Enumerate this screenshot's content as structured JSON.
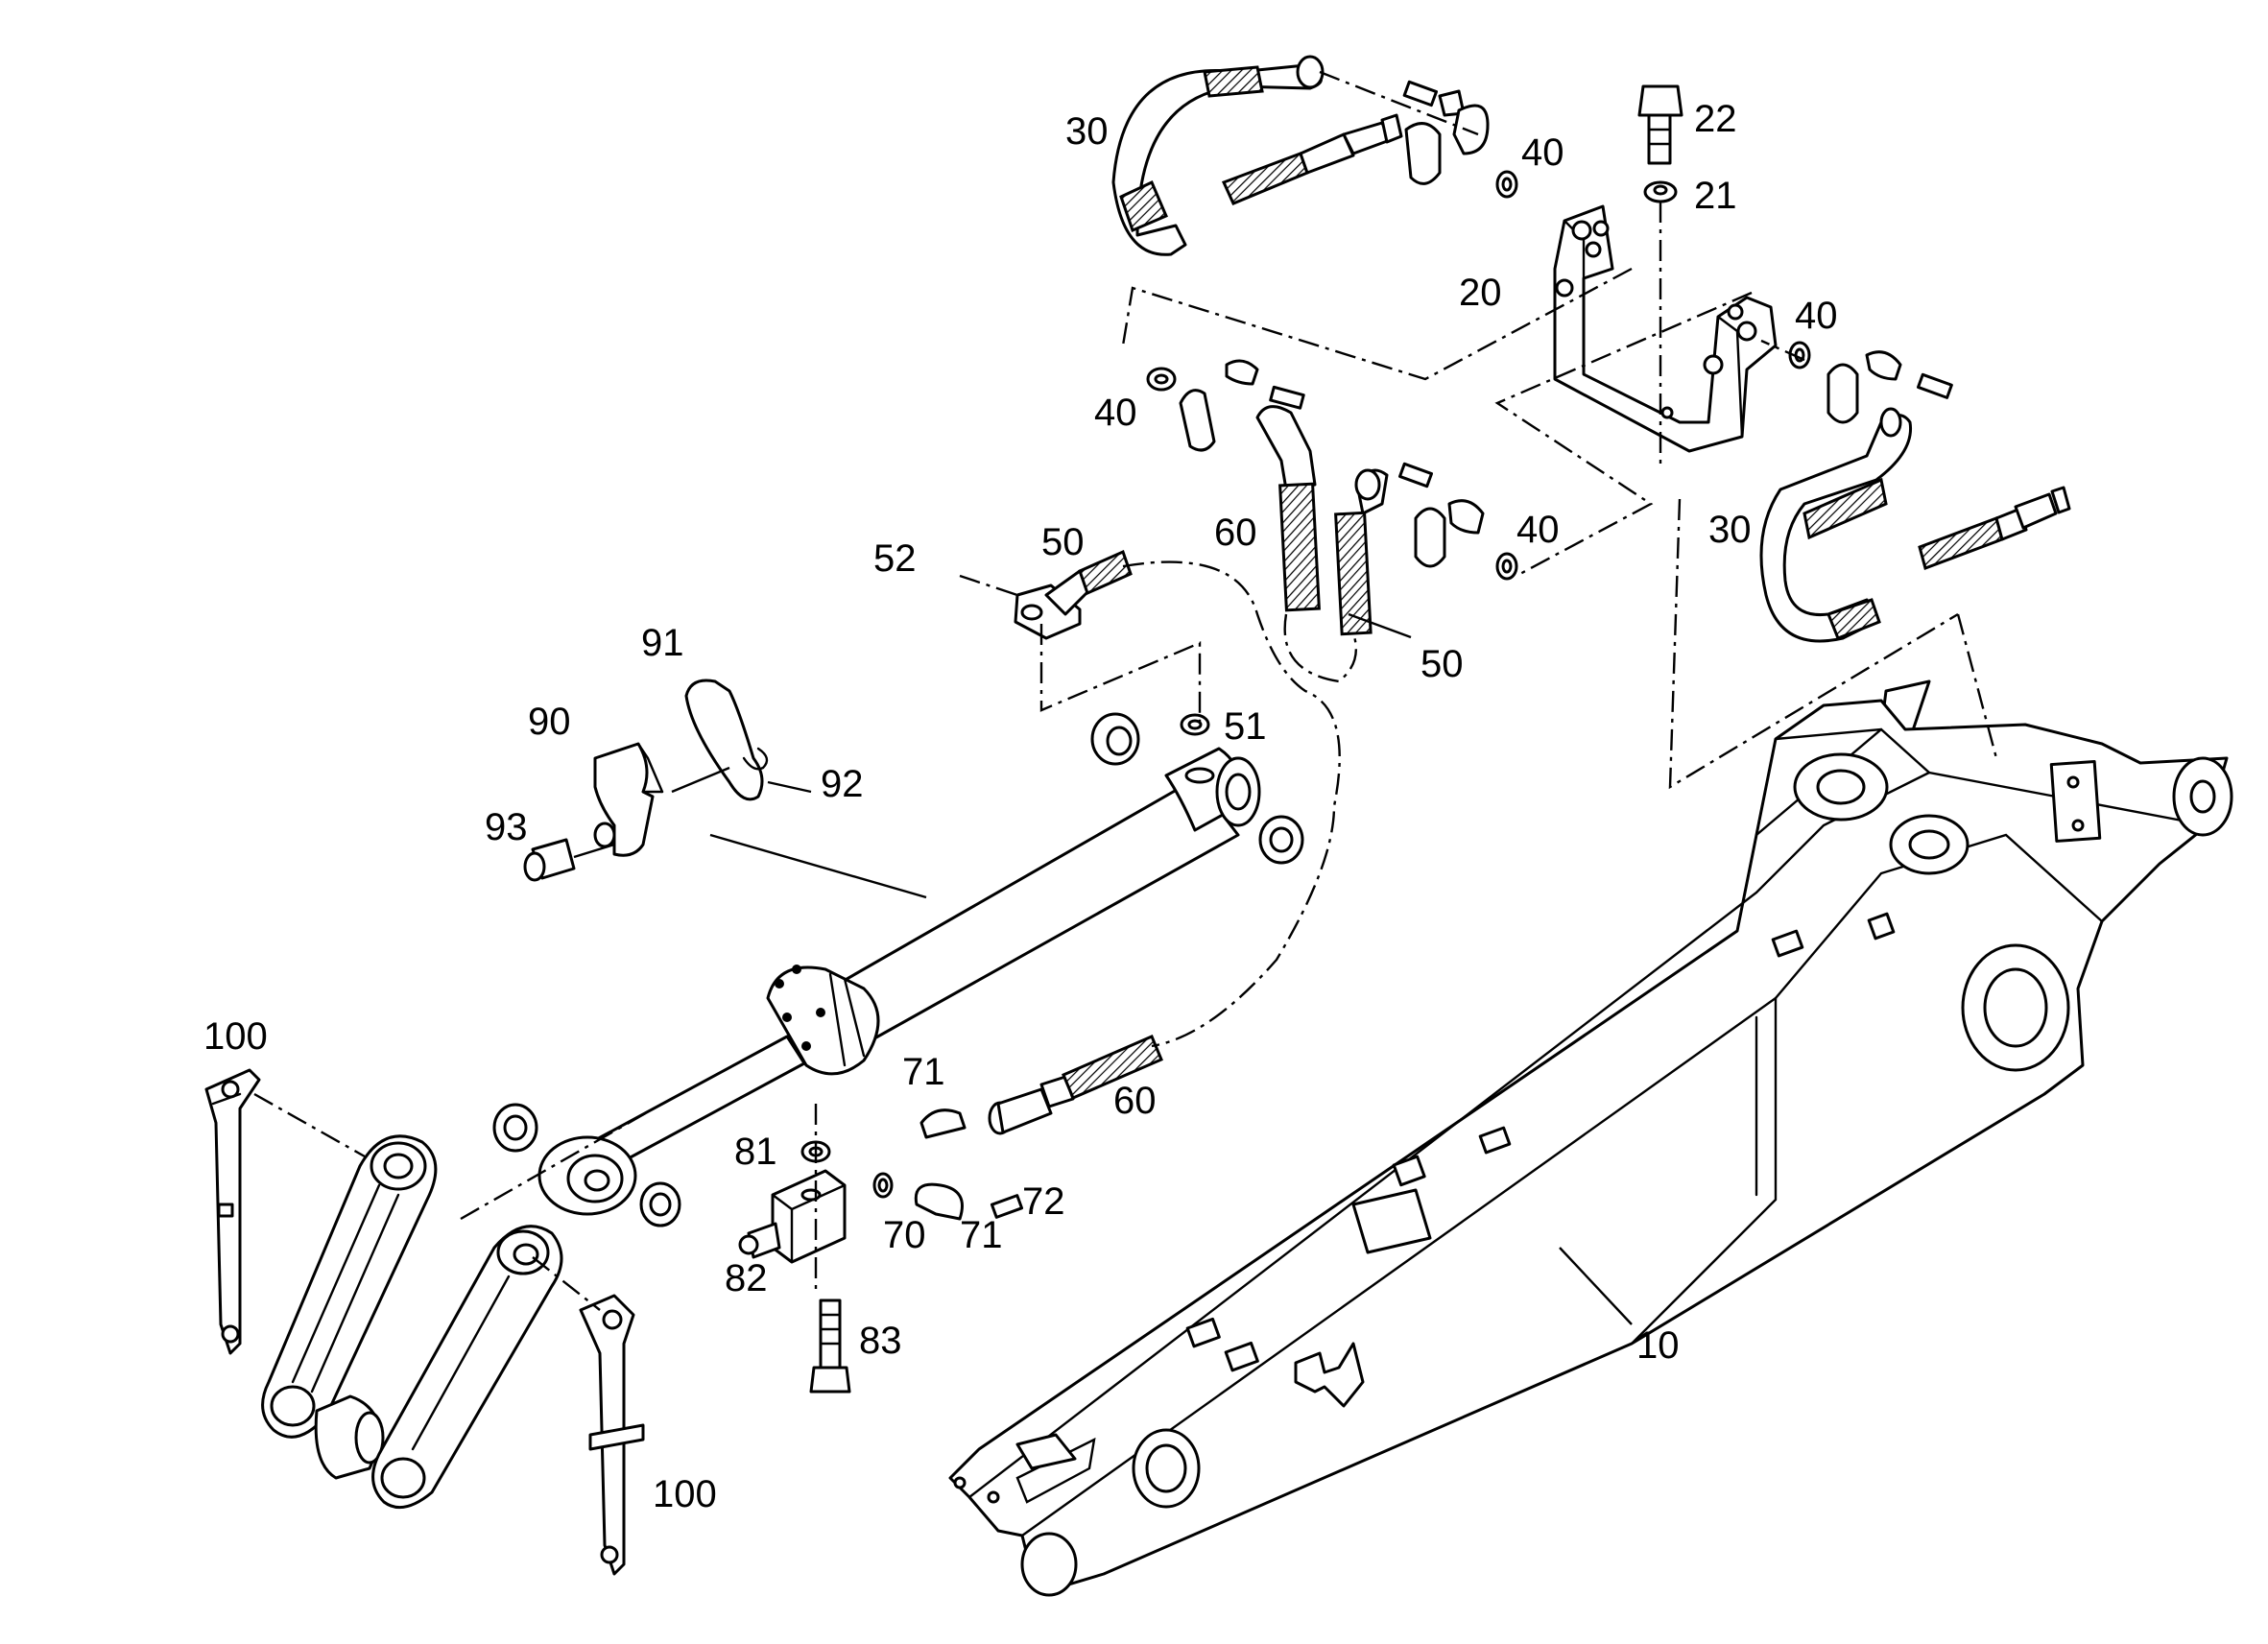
{
  "callouts": {
    "c10": "10",
    "c20": "20",
    "c21": "21",
    "c22": "22",
    "c30a": "30",
    "c30b": "30",
    "c40a": "40",
    "c40b": "40",
    "c40c": "40",
    "c40d": "40",
    "c50a": "50",
    "c50b": "50",
    "c51": "51",
    "c52": "52",
    "c60a": "60",
    "c60b": "60",
    "c70": "70",
    "c71a": "71",
    "c71b": "71",
    "c72": "72",
    "c81": "81",
    "c82": "82",
    "c83": "83",
    "c90": "90",
    "c91": "91",
    "c92": "92",
    "c93": "93",
    "c100a": "100",
    "c100b": "100"
  }
}
